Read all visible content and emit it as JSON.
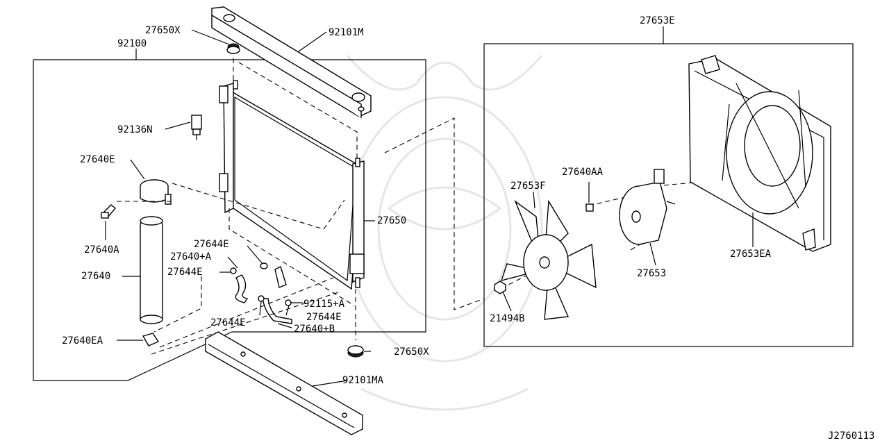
{
  "parts": {
    "p92101M": "92101M",
    "p27650X_top": "27650X",
    "p92100": "92100",
    "p92136N": "92136N",
    "p27640E": "27640E",
    "p27640A": "27640A",
    "p27640": "27640",
    "p27644E_1": "27644E",
    "p27640pA": "27640+A",
    "p27644E_2": "27644E",
    "p27650": "27650",
    "p92115pA": "92115+A",
    "p27644E_3": "27644E",
    "p27644E_4": "27644E",
    "p27640pB": "27640+B",
    "p27640EA": "27640EA",
    "p27650X_bot": "27650X",
    "p92101MA": "92101MA",
    "p27653E": "27653E",
    "p27640AA": "27640AA",
    "p27653F": "27653F",
    "p27653": "27653",
    "p27653EA": "27653EA",
    "p21494B": "21494B"
  },
  "diagram_code": "J2760113"
}
